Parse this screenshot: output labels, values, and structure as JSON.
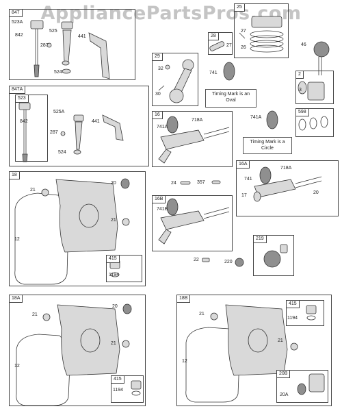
{
  "watermark": "AppliancePartsPros.com",
  "boxes": {
    "b847": {
      "tag": "847",
      "labels": [
        "523A",
        "842",
        "525",
        "441",
        "287",
        "524"
      ]
    },
    "b25": {
      "tag": "25",
      "labels": [
        "27",
        "26"
      ]
    },
    "b28": {
      "tag": "28",
      "labels": [
        "27"
      ]
    },
    "b29": {
      "tag": "29",
      "labels": [
        "32",
        "30"
      ]
    },
    "b2": {
      "tag": "2",
      "labels": [
        "3"
      ]
    },
    "b847A": {
      "tag": "847A",
      "labels": [
        "523",
        "525A",
        "842",
        "441",
        "287",
        "524"
      ]
    },
    "b16": {
      "tag": "16",
      "labels": [
        "741A",
        "718A"
      ]
    },
    "b598": {
      "tag": "598",
      "labels": []
    },
    "b18": {
      "tag": "18",
      "labels": [
        "21",
        "20",
        "21",
        "12"
      ]
    },
    "b16A": {
      "tag": "16A",
      "labels": [
        "718A",
        "741",
        "17",
        "20"
      ]
    },
    "b415a": {
      "tag": "415",
      "labels": [
        "1194"
      ]
    },
    "b16B": {
      "tag": "16B",
      "labels": [
        "741B"
      ]
    },
    "b219": {
      "tag": "219",
      "labels": []
    },
    "b18A": {
      "tag": "18A",
      "labels": [
        "20",
        "21",
        "21",
        "12"
      ]
    },
    "b415b": {
      "tag": "415",
      "labels": [
        "1194"
      ]
    },
    "b18B": {
      "tag": "18B",
      "labels": [
        "21",
        "21",
        "12"
      ]
    },
    "b415c": {
      "tag": "415",
      "labels": [
        "1194"
      ]
    },
    "b20B": {
      "tag": "20B",
      "labels": [
        "20A"
      ]
    }
  },
  "loose": {
    "l46": "46",
    "l741": "741",
    "l741A": "741A",
    "l24": "24",
    "l357": "357",
    "l22": "22",
    "l220": "220"
  },
  "notes": {
    "oval": "Timing Mark is an Oval",
    "circle": "Timing Mark is a Circle"
  }
}
